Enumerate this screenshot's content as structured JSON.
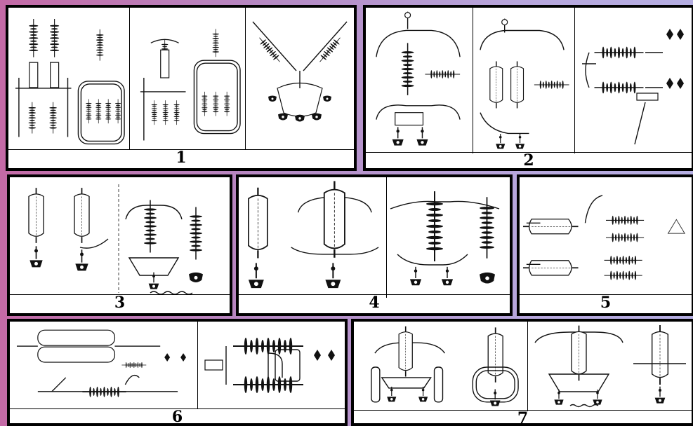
{
  "panels": [
    {
      "id": "1",
      "label": "1"
    },
    {
      "id": "2",
      "label": "2"
    },
    {
      "id": "3",
      "label": "3"
    },
    {
      "id": "4",
      "label": "4"
    },
    {
      "id": "5",
      "label": "5"
    },
    {
      "id": "6",
      "label": "6"
    },
    {
      "id": "7",
      "label": "7"
    }
  ]
}
